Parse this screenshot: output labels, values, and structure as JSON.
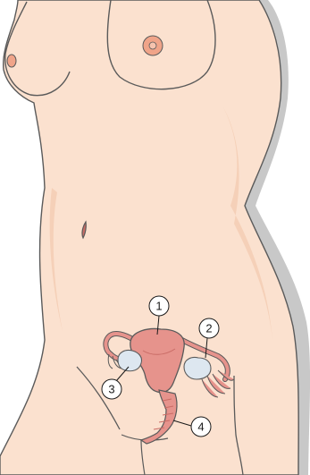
{
  "callouts": [
    {
      "label": "1"
    },
    {
      "label": "2"
    },
    {
      "label": "3"
    },
    {
      "label": "4"
    }
  ],
  "colors": {
    "skin_fill": "#fbe1cf",
    "skin_shade": "#f2c9ae",
    "body_outline": "#5a5a5a",
    "back_shadow": "#9b9b9b",
    "organ_fill": "#e6938c",
    "organ_dark": "#c96c66",
    "ovary_fill": "#dde7f0",
    "areola": "#f0a489"
  }
}
